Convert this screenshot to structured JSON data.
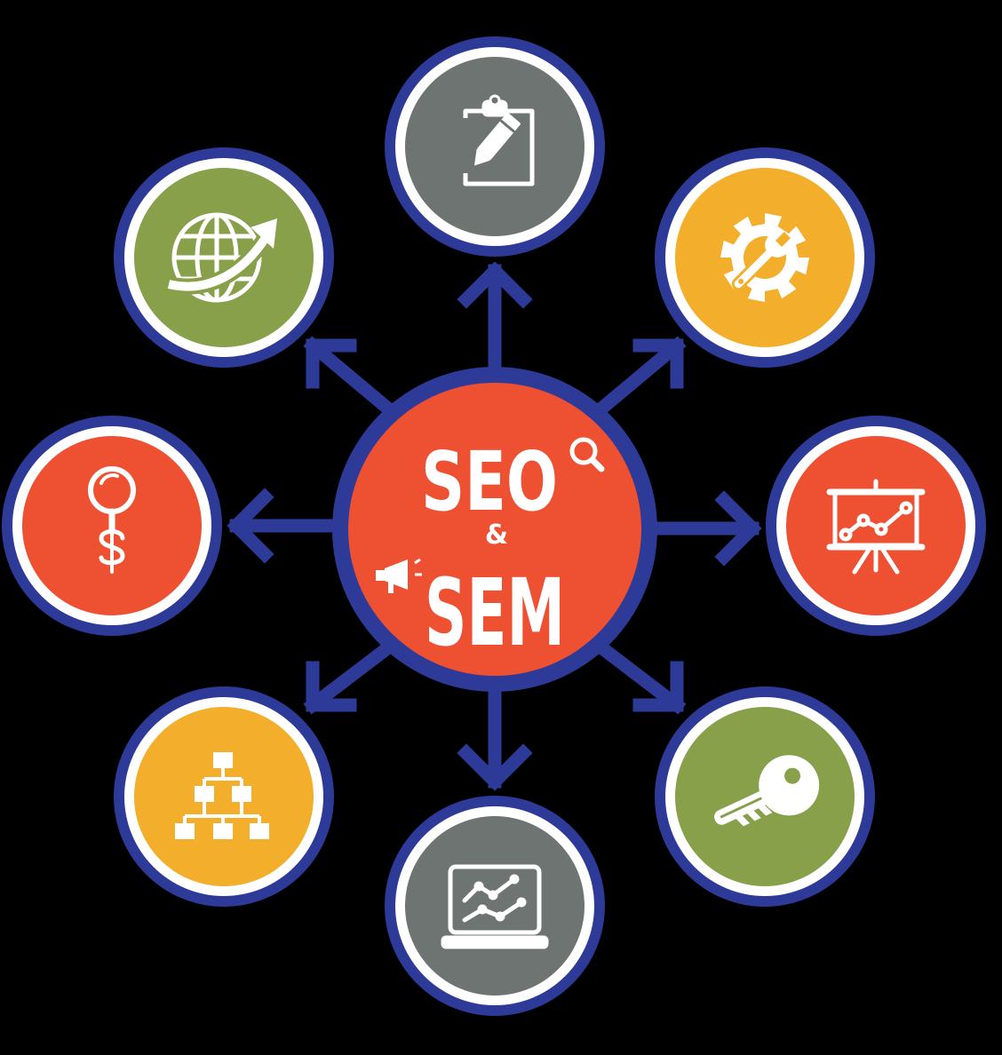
{
  "background": "#000000",
  "colors": {
    "ring": "#2E3A97",
    "white": "#FFFFFF",
    "red": "#EE5032",
    "green": "#89A04A",
    "yellow": "#F3AE2B",
    "gray": "#6E7472"
  },
  "hub": {
    "line1": "SEO",
    "amp": "&",
    "line2": "SEM",
    "fill": "#EE5032",
    "icons": [
      "magnifier-icon",
      "megaphone-icon"
    ]
  },
  "nodes": [
    {
      "id": "content",
      "icon": "clipboard-pencil-icon",
      "fill": "#6E7472"
    },
    {
      "id": "settings",
      "icon": "gear-wrench-icon",
      "fill": "#F3AE2B"
    },
    {
      "id": "presentation",
      "icon": "presentation-chart-icon",
      "fill": "#EE5032"
    },
    {
      "id": "keyword",
      "icon": "key-icon",
      "fill": "#89A04A"
    },
    {
      "id": "analytics",
      "icon": "laptop-chart-icon",
      "fill": "#6E7472"
    },
    {
      "id": "sitemap",
      "icon": "sitemap-icon",
      "fill": "#F3AE2B"
    },
    {
      "id": "cost",
      "icon": "magnifier-dollar-icon",
      "fill": "#EE5032"
    },
    {
      "id": "global",
      "icon": "globe-arrow-icon",
      "fill": "#89A04A"
    }
  ]
}
